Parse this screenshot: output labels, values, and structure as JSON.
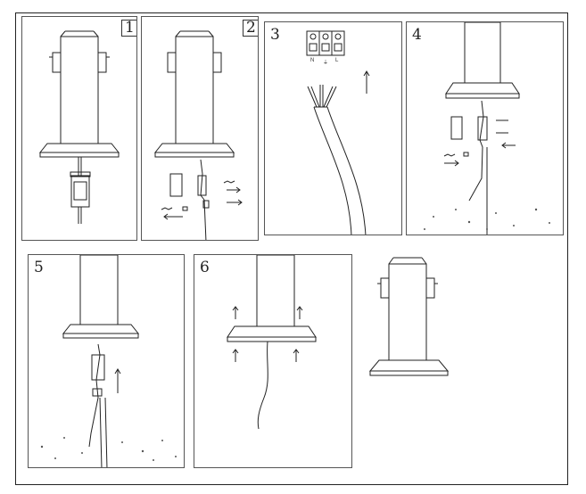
{
  "panels": [
    {
      "id": "1",
      "label": "1"
    },
    {
      "id": "2",
      "label": "2"
    },
    {
      "id": "3",
      "label": "3",
      "terminals": [
        "N",
        "⏚",
        "L"
      ]
    },
    {
      "id": "4",
      "label": "4"
    },
    {
      "id": "5",
      "label": "5"
    },
    {
      "id": "6",
      "label": "6"
    }
  ]
}
